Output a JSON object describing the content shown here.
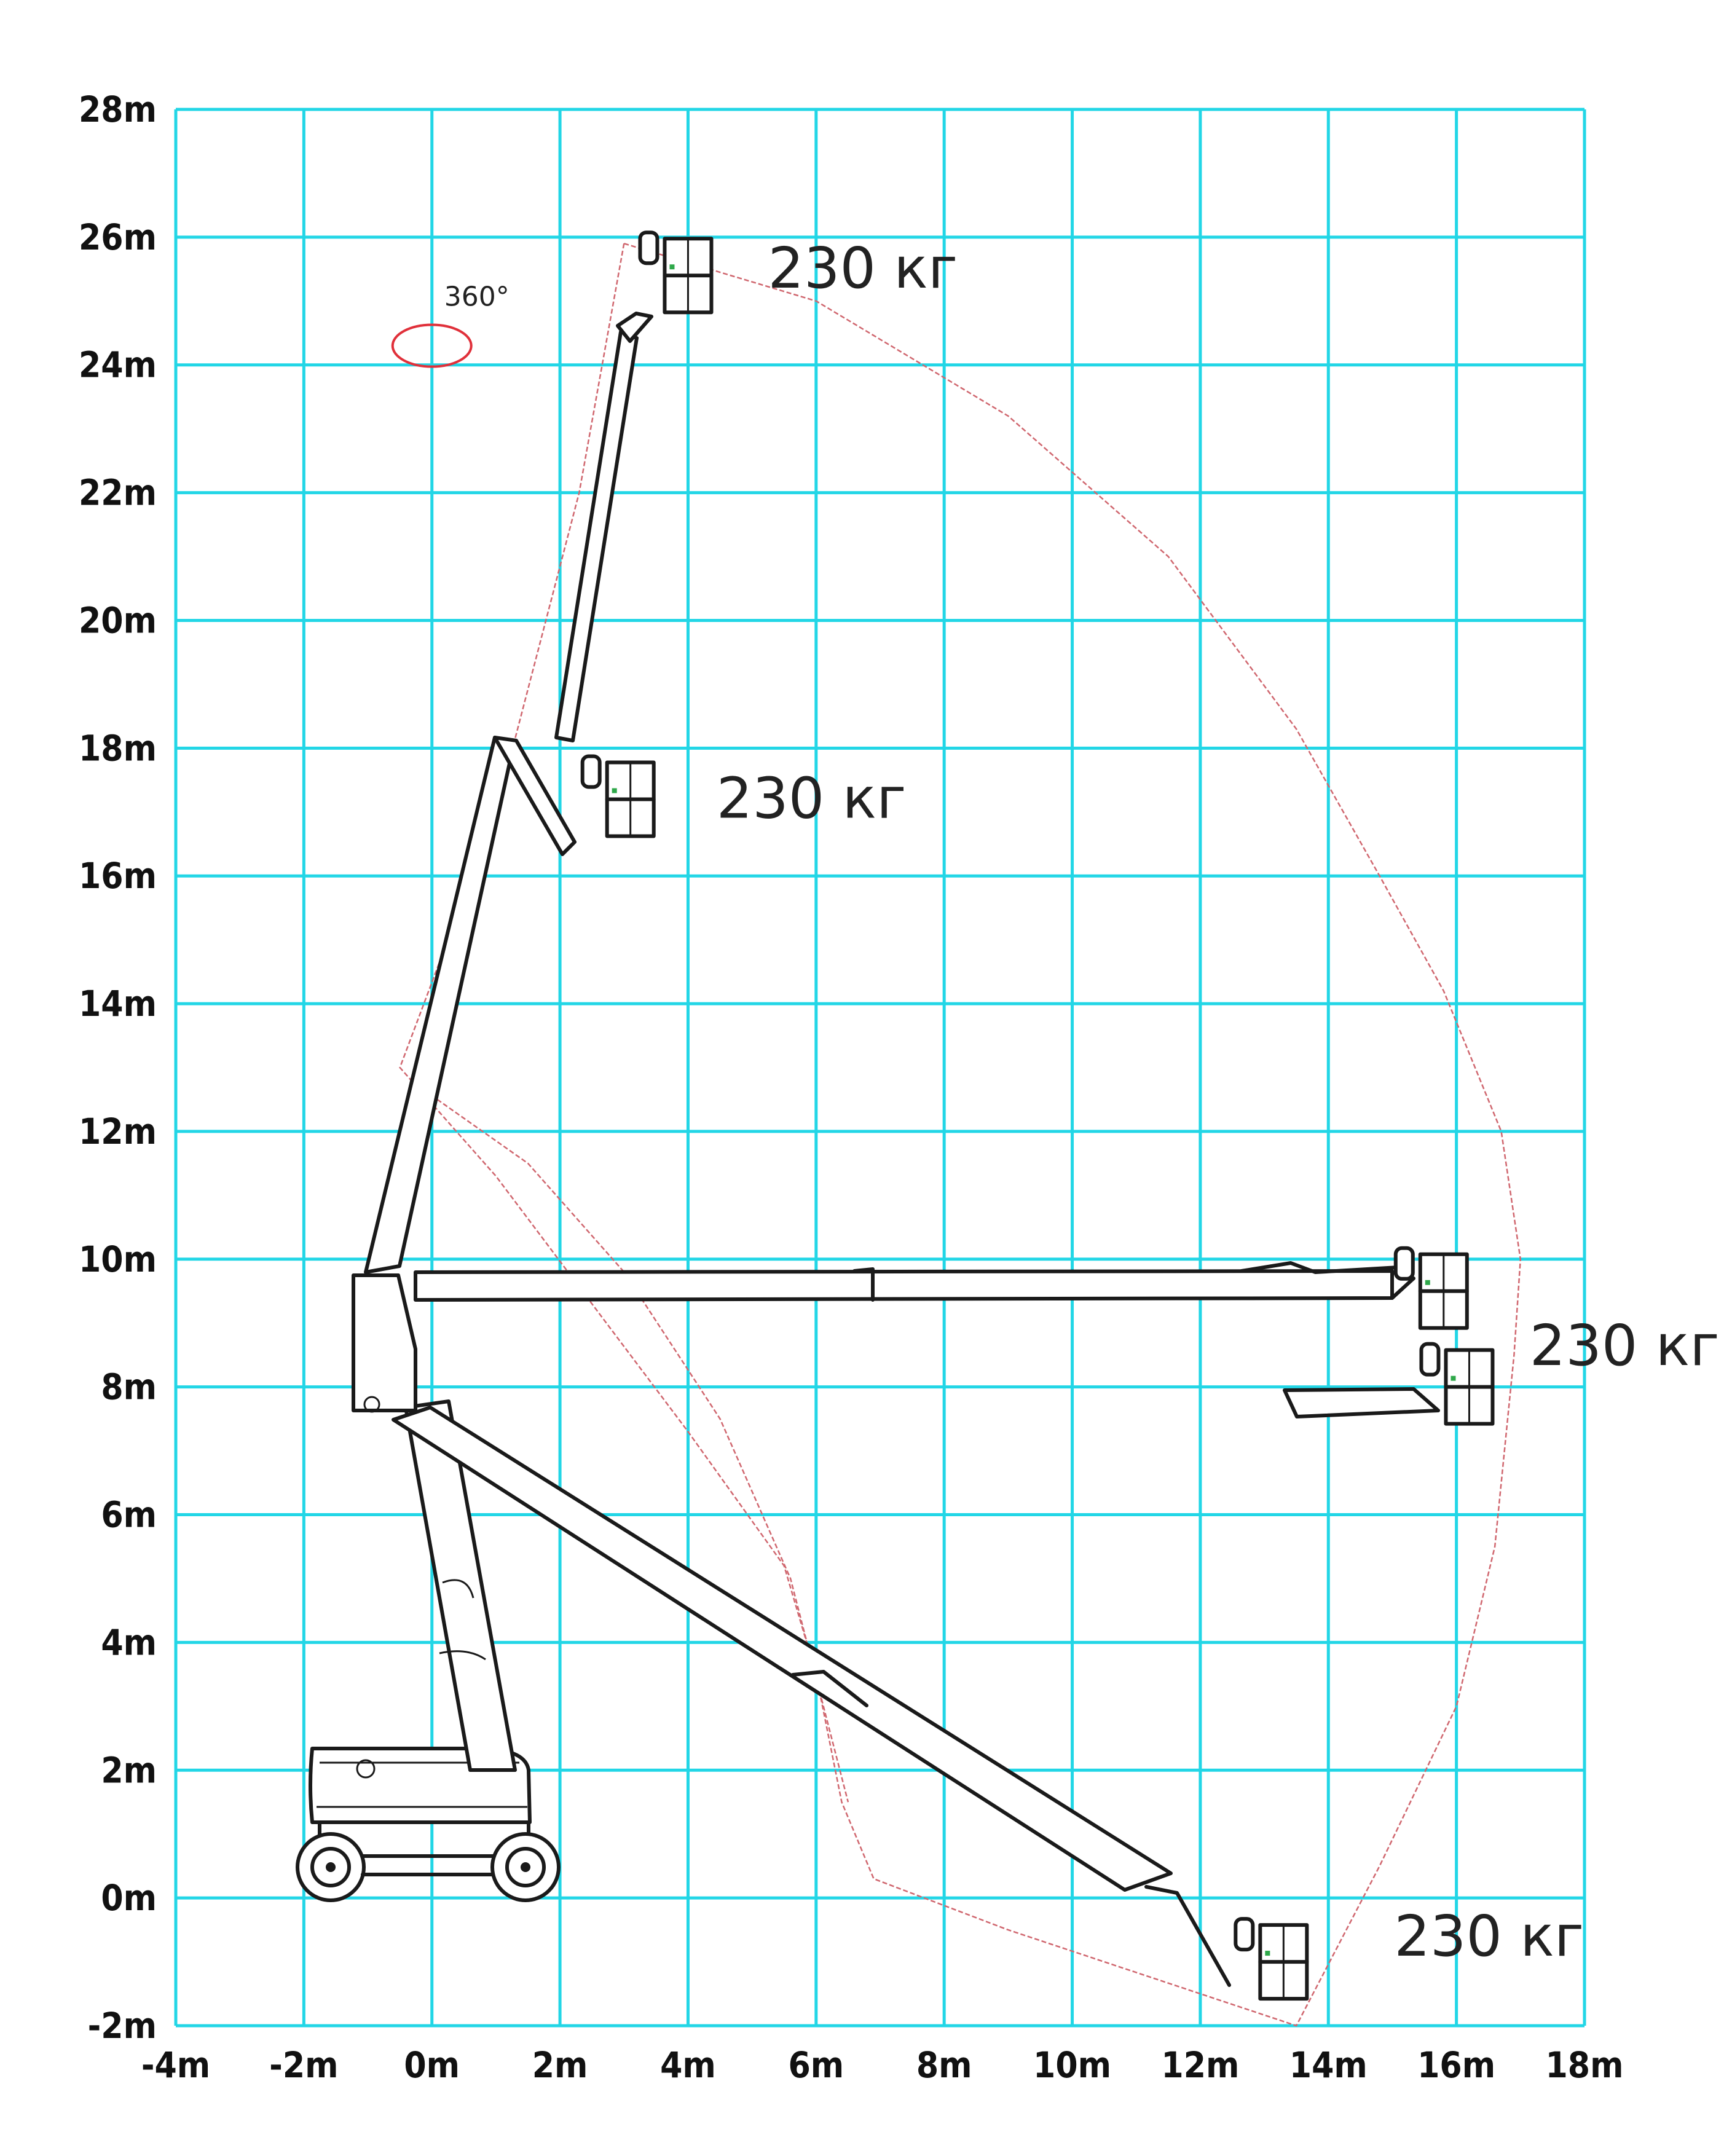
{
  "chart_data": {
    "type": "diagram",
    "x_ticks": [
      "-4m",
      "-2m",
      "0m",
      "2m",
      "4m",
      "6m",
      "8m",
      "10m",
      "12m",
      "14m",
      "16m",
      "18m"
    ],
    "y_ticks": [
      "-2m",
      "0m",
      "2m",
      "4m",
      "6m",
      "8m",
      "10m",
      "12m",
      "14m",
      "16m",
      "18m",
      "20m",
      "22m",
      "24m",
      "26m",
      "28m"
    ],
    "xlim": [
      -4,
      18
    ],
    "ylim": [
      -2,
      28
    ],
    "grid": true,
    "rotation_label": "360°",
    "rotation_center": [
      0,
      24.3
    ],
    "platform_positions": [
      {
        "name": "max-height",
        "x": 4.0,
        "y": 25.4,
        "label": "230 кг"
      },
      {
        "name": "mid-height",
        "x": 3.1,
        "y": 17.2,
        "label": "230 кг"
      },
      {
        "name": "max-outreach-upper",
        "x": 15.8,
        "y": 9.5,
        "label": "230 кг"
      },
      {
        "name": "max-outreach-lower",
        "x": 16.2,
        "y": 8.0,
        "label": ""
      },
      {
        "name": "below-ground",
        "x": 13.3,
        "y": -1.0,
        "label": "230 кг"
      }
    ],
    "envelope": [
      [
        3.0,
        25.9
      ],
      [
        6.0,
        25.0
      ],
      [
        9.0,
        23.2
      ],
      [
        11.5,
        21.0
      ],
      [
        13.5,
        18.3
      ],
      [
        14.8,
        16.0
      ],
      [
        15.8,
        14.2
      ],
      [
        16.7,
        12.0
      ],
      [
        17.0,
        10.0
      ],
      [
        16.9,
        8.5
      ],
      [
        16.6,
        5.5
      ],
      [
        16.0,
        3.0
      ],
      [
        14.8,
        0.5
      ],
      [
        13.5,
        -2.0
      ],
      [
        12.0,
        -1.5
      ],
      [
        9.0,
        -0.5
      ],
      [
        6.9,
        0.3
      ],
      [
        6.4,
        1.5
      ],
      [
        6.0,
        3.5
      ],
      [
        5.5,
        5.2
      ],
      [
        4.0,
        7.3
      ],
      [
        2.5,
        9.3
      ],
      [
        1.0,
        11.3
      ],
      [
        -0.5,
        13.0
      ],
      [
        1.0,
        17.0
      ],
      [
        2.3,
        22.0
      ],
      [
        3.0,
        25.9
      ]
    ],
    "inner_envelope": [
      [
        -0.2,
        12.7
      ],
      [
        1.5,
        11.5
      ],
      [
        3.0,
        9.8
      ],
      [
        4.5,
        7.5
      ],
      [
        5.6,
        5.0
      ],
      [
        6.5,
        1.5
      ]
    ]
  }
}
